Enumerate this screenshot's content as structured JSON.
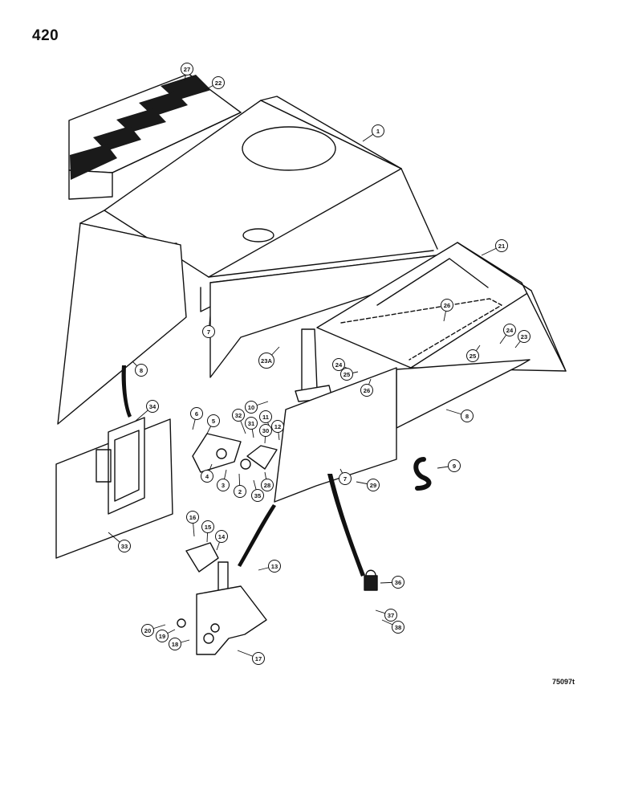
{
  "page_number": "420",
  "figure_id": "75097t",
  "callouts": [
    {
      "id": "c27",
      "label": "27"
    },
    {
      "id": "c22a",
      "label": "22"
    },
    {
      "id": "c1",
      "label": "1"
    },
    {
      "id": "c21",
      "label": "21"
    },
    {
      "id": "c7a",
      "label": "7"
    },
    {
      "id": "c8a",
      "label": "8"
    },
    {
      "id": "c26a",
      "label": "26"
    },
    {
      "id": "c24a",
      "label": "24"
    },
    {
      "id": "c23",
      "label": "23"
    },
    {
      "id": "c25a",
      "label": "25"
    },
    {
      "id": "c23A",
      "label": "23A"
    },
    {
      "id": "c24b",
      "label": "24"
    },
    {
      "id": "c25b",
      "label": "25"
    },
    {
      "id": "c26b",
      "label": "26"
    },
    {
      "id": "c8b",
      "label": "8"
    },
    {
      "id": "c34",
      "label": "34"
    },
    {
      "id": "c6",
      "label": "6"
    },
    {
      "id": "c5",
      "label": "5"
    },
    {
      "id": "c32",
      "label": "32"
    },
    {
      "id": "c10",
      "label": "10"
    },
    {
      "id": "c31",
      "label": "31"
    },
    {
      "id": "c11",
      "label": "11"
    },
    {
      "id": "c12",
      "label": "12"
    },
    {
      "id": "c30",
      "label": "30"
    },
    {
      "id": "c4",
      "label": "4"
    },
    {
      "id": "c3",
      "label": "3"
    },
    {
      "id": "c2",
      "label": "2"
    },
    {
      "id": "c35",
      "label": "35"
    },
    {
      "id": "c28",
      "label": "28"
    },
    {
      "id": "c9",
      "label": "9"
    },
    {
      "id": "c7b",
      "label": "7"
    },
    {
      "id": "c29",
      "label": "29"
    },
    {
      "id": "c33",
      "label": "33"
    },
    {
      "id": "c16",
      "label": "16"
    },
    {
      "id": "c15",
      "label": "15"
    },
    {
      "id": "c14",
      "label": "14"
    },
    {
      "id": "c13",
      "label": "13"
    },
    {
      "id": "c36",
      "label": "36"
    },
    {
      "id": "c37",
      "label": "37"
    },
    {
      "id": "c38",
      "label": "38"
    },
    {
      "id": "c20",
      "label": "20"
    },
    {
      "id": "c19",
      "label": "19"
    },
    {
      "id": "c18",
      "label": "18"
    },
    {
      "id": "c17",
      "label": "17"
    }
  ]
}
